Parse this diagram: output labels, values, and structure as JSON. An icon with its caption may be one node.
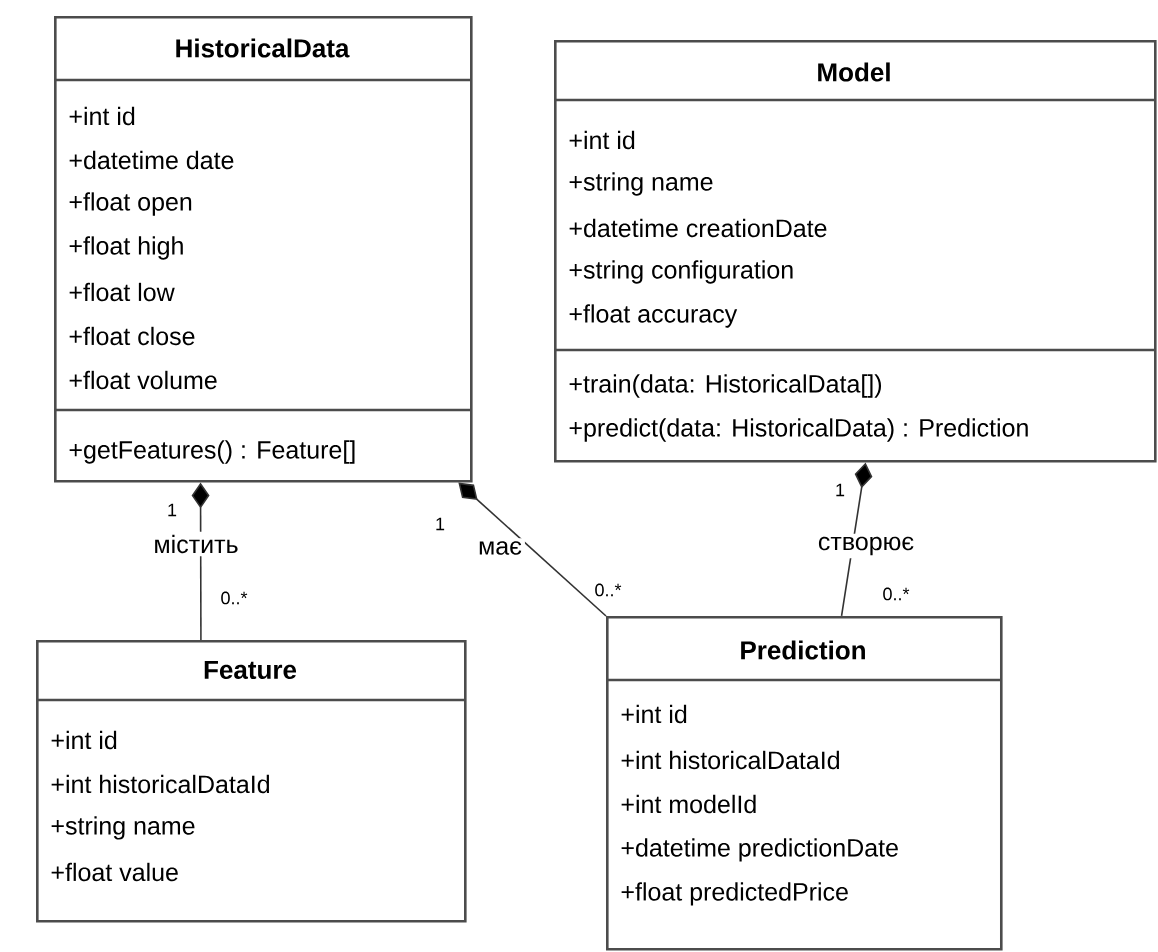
{
  "diagram": {
    "nodes": [
      {
        "text": [
          "HistoricalData",
          "+int id",
          "+datetime date",
          "+float open",
          "+float high",
          "+float low",
          "+float close",
          "+float volume",
          "+getFeatures() : Feature[]"
        ]
      },
      {
        "text": [
          "Model",
          "+int id",
          "+string name",
          "+datetime creationDate",
          "+string configuration",
          "+float accuracy",
          "+train(data: HistoricalData[])",
          "+predict(data: HistoricalData) : Prediction"
        ]
      },
      {
        "text": [
          "Feature",
          "+int id",
          "+int historicalDataId",
          "+string name",
          "+float value"
        ]
      },
      {
        "text": [
          "Prediction",
          "+int id",
          "+int historicalDataId",
          "+int modelId",
          "+datetime predictionDate",
          "+float predictedPrice"
        ]
      }
    ],
    "edges": [
      {
        "from": 0,
        "to": 2,
        "arrow": "other",
        "label": "містить"
      },
      {
        "from": 0,
        "to": 3,
        "arrow": "other",
        "label": "має"
      },
      {
        "from": 1,
        "to": 3,
        "arrow": "other",
        "label": "створює"
      }
    ],
    "labels": [
      "1",
      "0..*",
      "1",
      "0..*",
      "1",
      "0..*"
    ]
  }
}
